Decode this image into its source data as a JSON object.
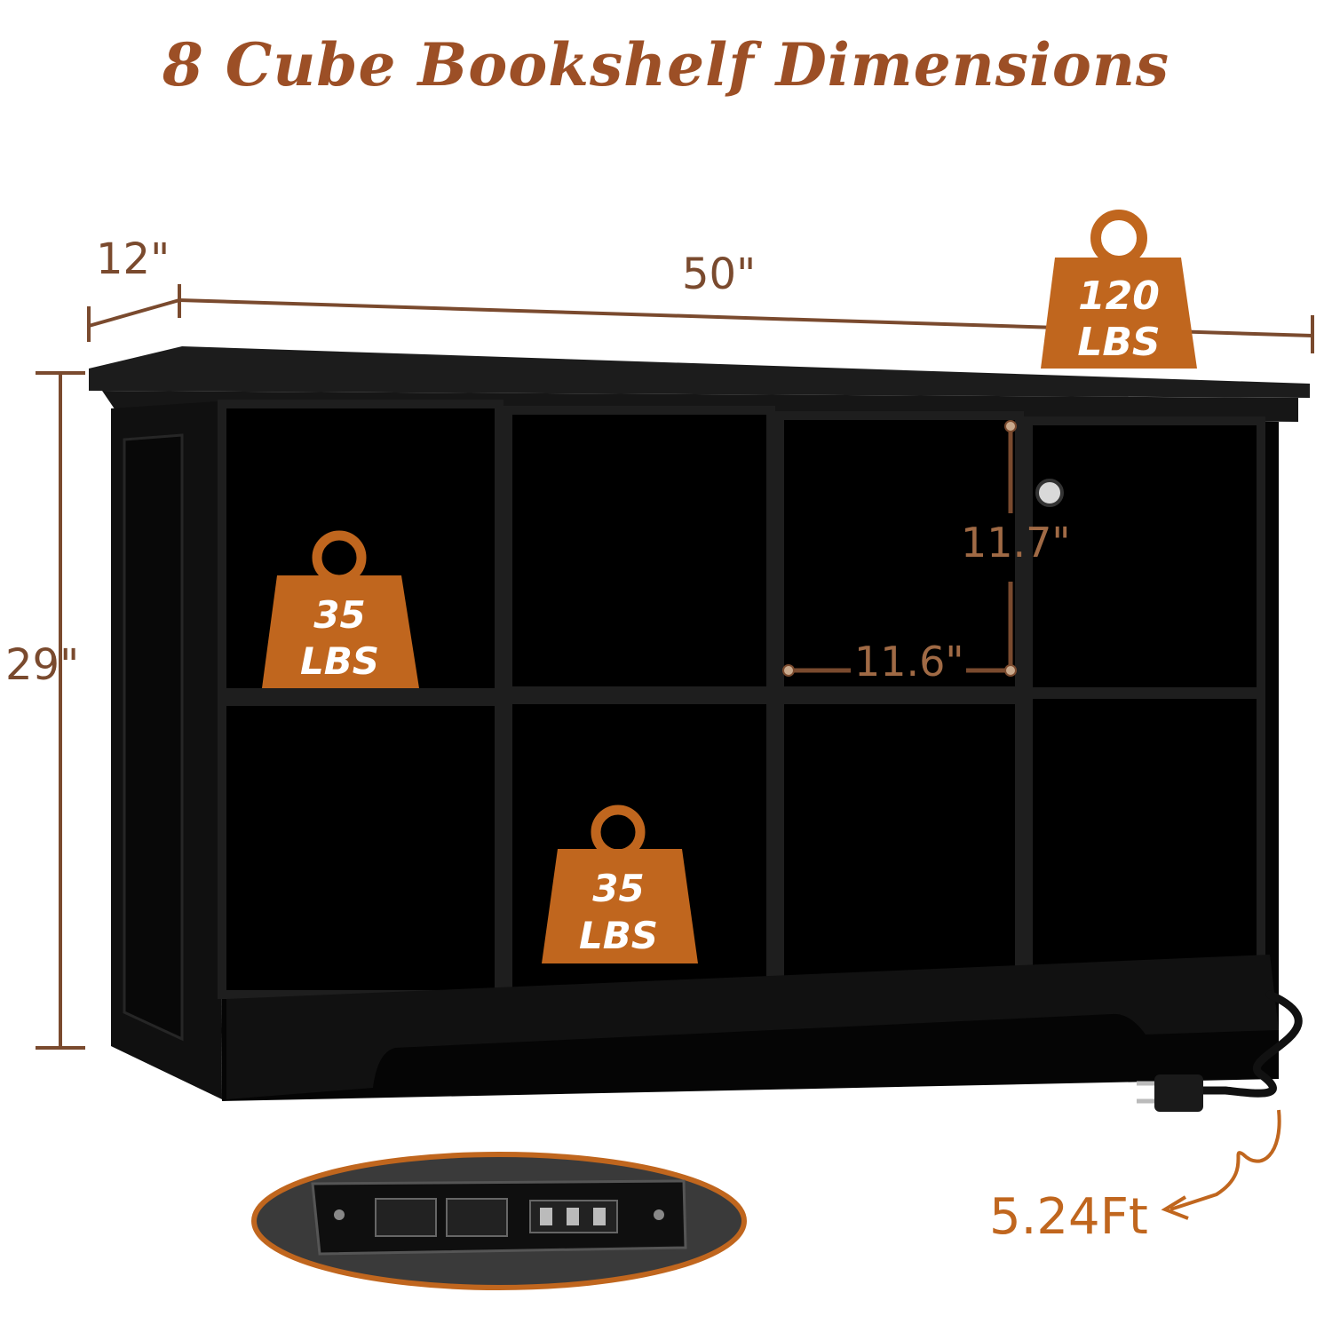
{
  "title": "8 Cube Bookshelf Dimensions",
  "colors": {
    "accent": "#c0661e",
    "title": "#9c4f26",
    "dimension": "#7a4a2e",
    "furniture": "#0b0b0b"
  },
  "dimensions": {
    "depth": "12\"",
    "width": "50\"",
    "height": "29\"",
    "cube_height": "11.7\"",
    "cube_width": "11.6\"",
    "cord_length": "5.24Ft"
  },
  "weights": {
    "top_line1": "120",
    "top_line2": "LBS",
    "upper_line1": "35",
    "upper_line2": "LBS",
    "lower_line1": "35",
    "lower_line2": "LBS"
  },
  "icons": {
    "weight": "kettlebell-weight-icon",
    "plug": "power-plug-icon",
    "outlet": "power-strip-icon"
  }
}
